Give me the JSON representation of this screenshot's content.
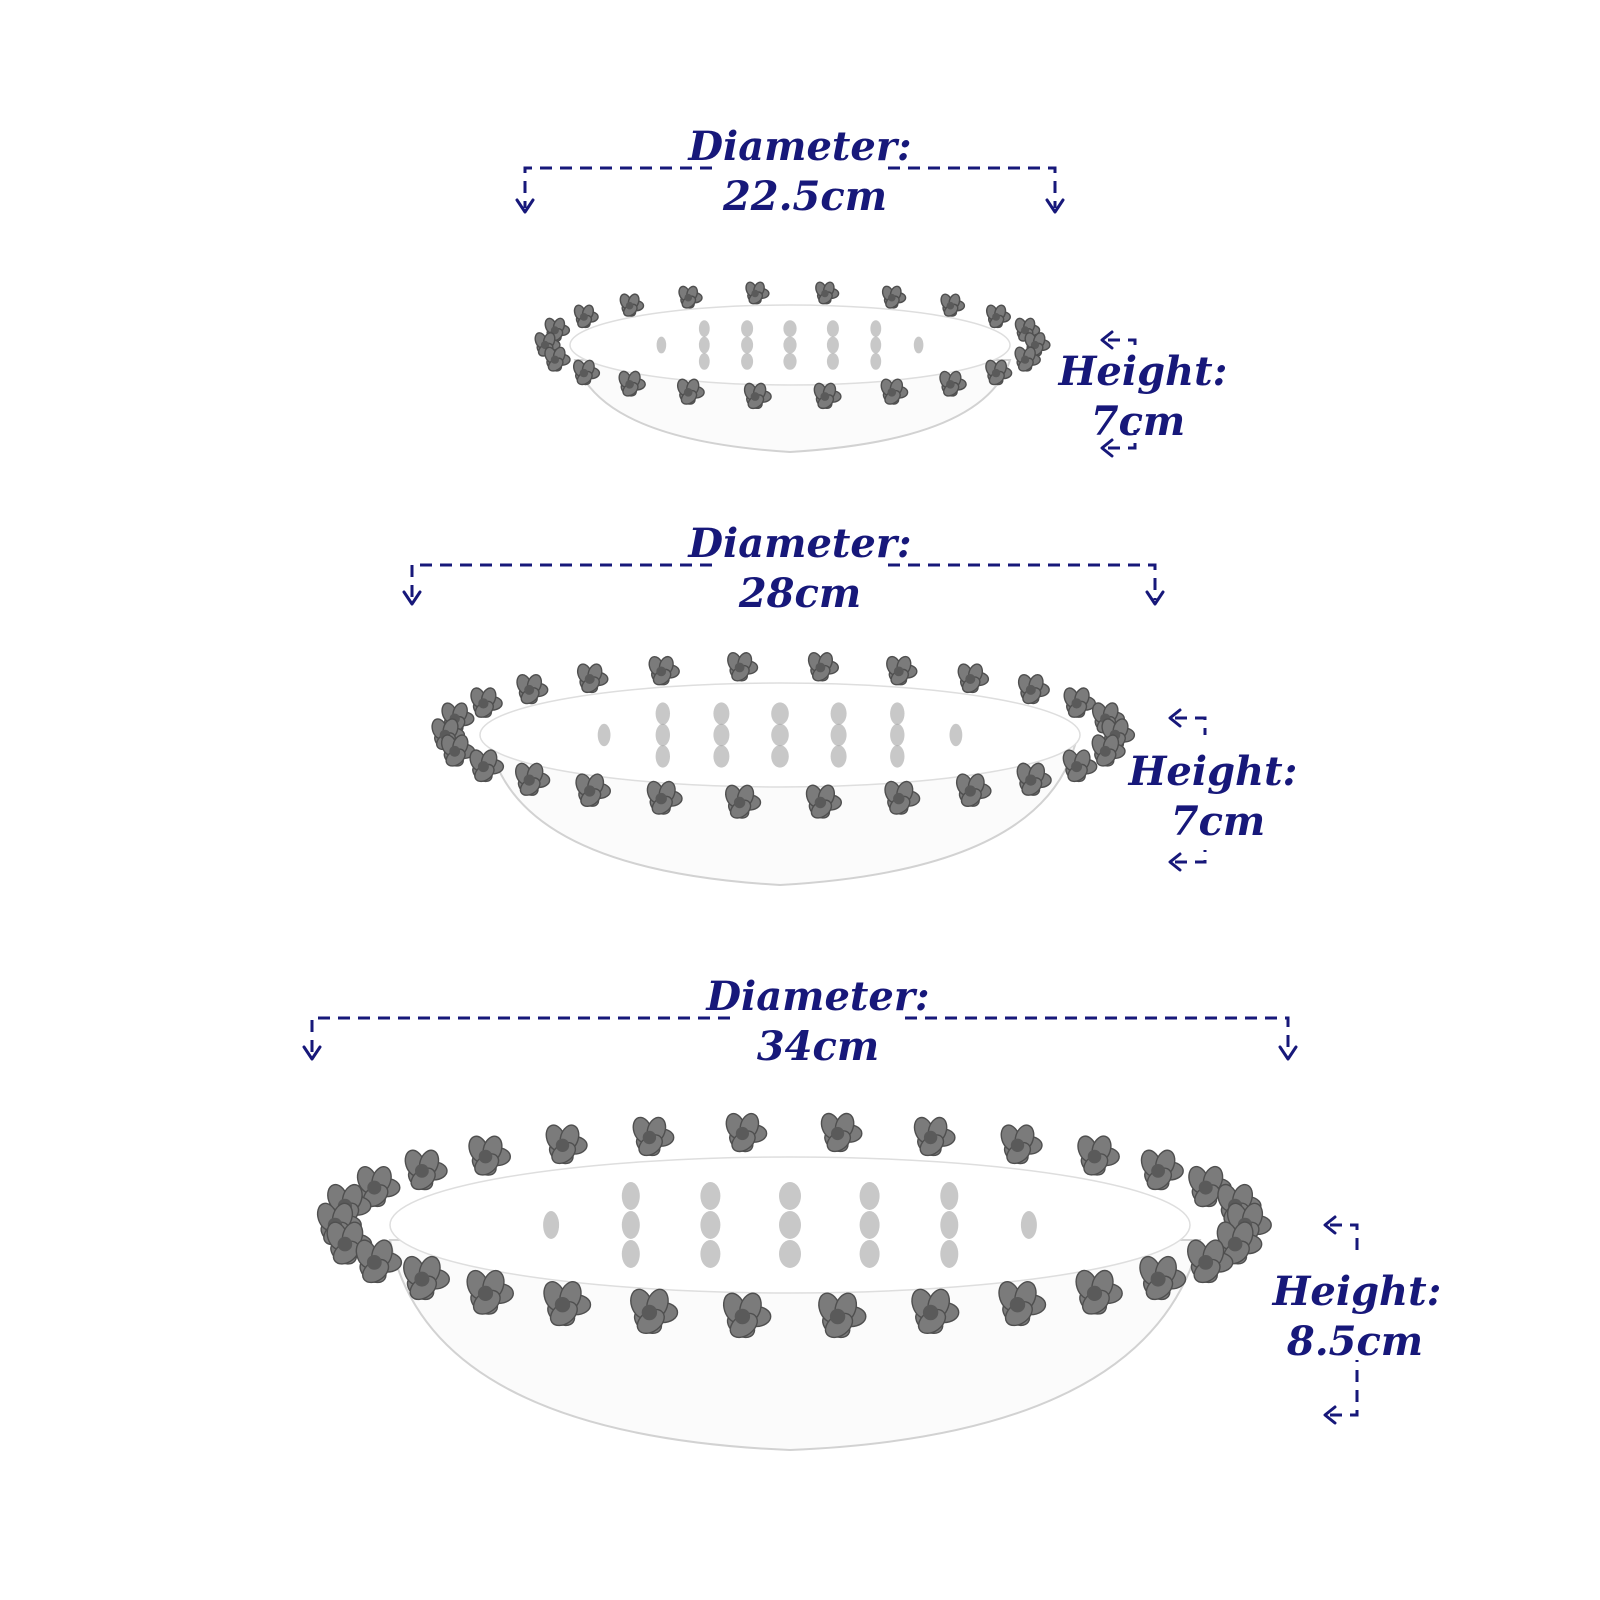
{
  "colors": {
    "annotation": "#17187a",
    "bowl_outline": "#d2d2d2",
    "rose": "#7b7b7b"
  },
  "bowls": [
    {
      "id": "small",
      "diameter_label": "Diameter:",
      "diameter_value": "22.5cm",
      "height_label": "Height:",
      "height_value": "7cm"
    },
    {
      "id": "medium",
      "diameter_label": "Diameter:",
      "diameter_value": "28cm",
      "height_label": "Height:",
      "height_value": "7cm"
    },
    {
      "id": "large",
      "diameter_label": "Diameter:",
      "diameter_value": "34cm",
      "height_label": "Height:",
      "height_value": "8.5cm"
    }
  ]
}
